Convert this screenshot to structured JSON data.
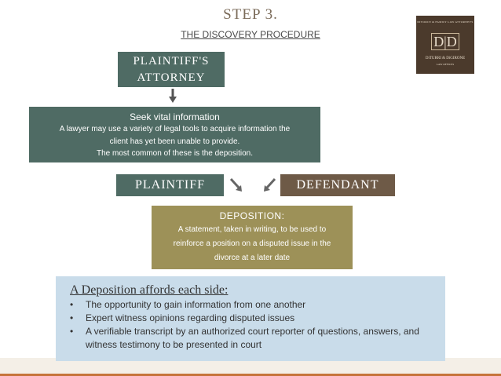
{
  "header": {
    "step": "STEP 3.",
    "subtitle": "THE DISCOVERY PROCEDURE"
  },
  "logo": {
    "tagline": "DIVORCE & FAMILY LAW ATTORNEYS",
    "monogram": "D|D",
    "firm": "DiTURRI & DiGIRONE",
    "sub": "LAW OFFICES"
  },
  "flow": {
    "attorney": "PLAINTIFF'S ATTORNEY",
    "seek": {
      "heading": "Seek vital information",
      "line1": "A lawyer may use a variety of legal tools to acquire information the",
      "line2": "client has yet been unable to provide.",
      "line3": "The most common of these is the deposition."
    },
    "plaintiff": "PLAINTIFF",
    "defendant": "DEFENDANT",
    "deposition": {
      "heading": "DEPOSITION:",
      "line1": "A statement, taken in writing, to be used to",
      "line2": "reinforce a position on a disputed issue in the",
      "line3": "divorce at a later date"
    }
  },
  "panel": {
    "heading": "A Deposition affords each side:",
    "items": [
      "The opportunity to gain information from one another",
      "Expert witness opinions regarding disputed issues",
      "A verifiable transcript by an authorized court reporter of questions, answers, and witness testimony to be presented in court"
    ]
  },
  "colors": {
    "teal": "#4f6b64",
    "brown": "#6e5a47",
    "olive": "#9d9158",
    "panel": "#c9dcea",
    "accent": "#c5733a"
  },
  "icons": {
    "down_arrow": "arrow-down-icon",
    "left_arrow": "arrow-diagonal-right-down-icon",
    "right_arrow": "arrow-diagonal-left-down-icon"
  }
}
